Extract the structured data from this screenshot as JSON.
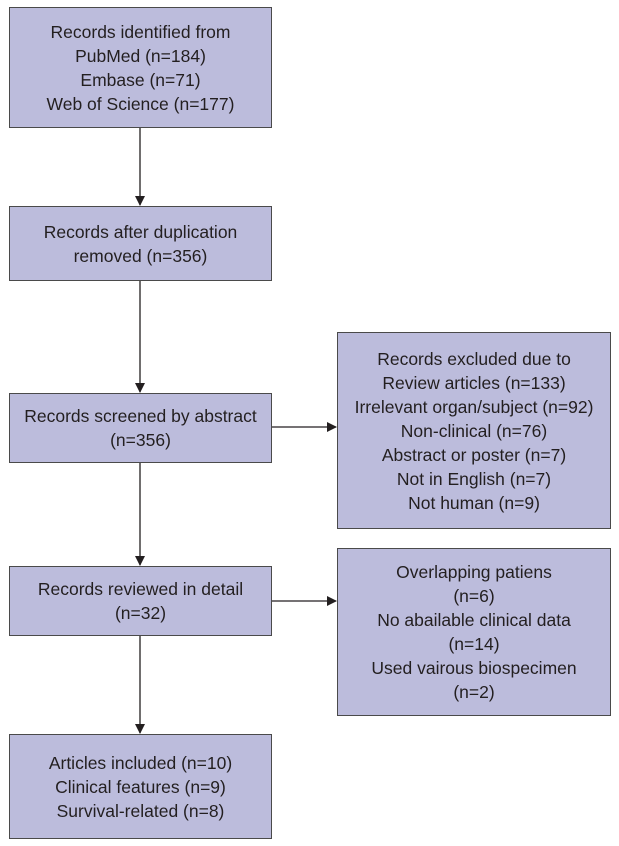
{
  "colors": {
    "box_fill": "#bcbcdc",
    "box_border": "#4a4a4a",
    "arrow": "#231f20",
    "text": "#231f20"
  },
  "boxes": [
    {
      "id": "identified",
      "lines": [
        "Records identified from",
        "PubMed (n=184)",
        "Embase (n=71)",
        "Web of Science (n=177)"
      ]
    },
    {
      "id": "dedup",
      "lines": [
        "Records after duplication",
        "removed (n=356)"
      ]
    },
    {
      "id": "screened",
      "lines": [
        "Records screened by abstract",
        "(n=356)"
      ]
    },
    {
      "id": "excluded",
      "lines": [
        "Records excluded due to",
        "Review articles (n=133)",
        "Irrelevant organ/subject (n=92)",
        "Non-clinical (n=76)",
        "Abstract or poster (n=7)",
        "Not in English (n=7)",
        "Not human (n=9)"
      ]
    },
    {
      "id": "reviewed",
      "lines": [
        "Records reviewed in detail",
        "(n=32)"
      ]
    },
    {
      "id": "excluded2",
      "lines": [
        "Overlapping patiens",
        "(n=6)",
        "No abailable clinical data",
        "(n=14)",
        "Used vairous biospecimen",
        "(n=2)"
      ]
    },
    {
      "id": "included",
      "lines": [
        "Articles included (n=10)",
        "Clinical features (n=9)",
        "Survival-related (n=8)"
      ]
    }
  ]
}
